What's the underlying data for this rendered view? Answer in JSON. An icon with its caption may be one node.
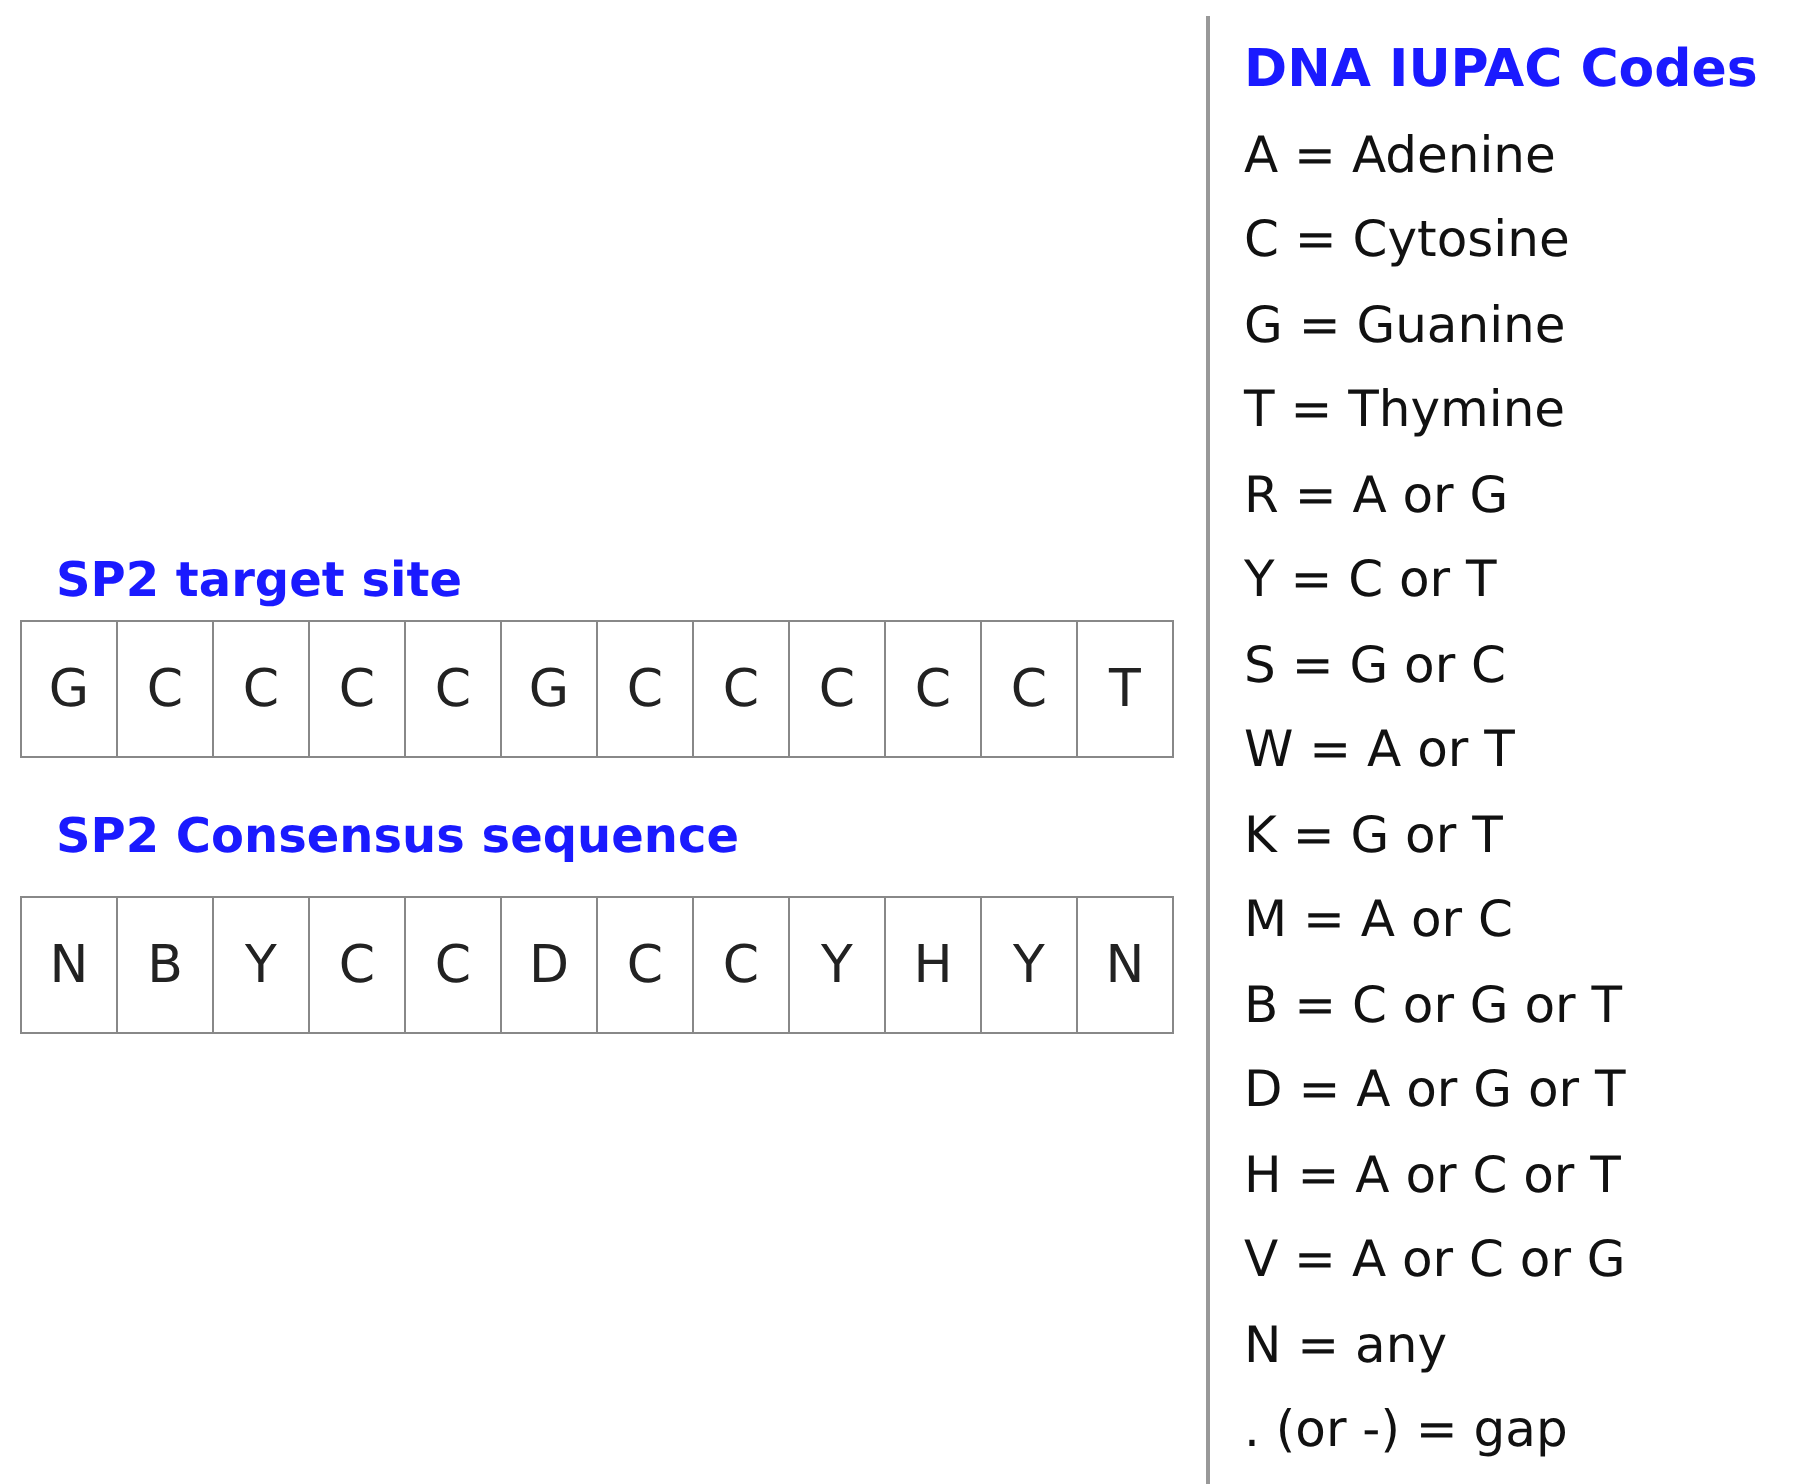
{
  "diagram": {
    "labels": [
      "SP2 target site",
      "G",
      "C",
      "C",
      "C",
      "C",
      "G",
      "C",
      "C",
      "C",
      "C",
      "C",
      "T",
      "SP2 Consensus sequence",
      "N",
      "B",
      "Y",
      "C",
      "C",
      "D",
      "C",
      "C",
      "Y",
      "H",
      "Y",
      "N",
      "DNA IUPAC Codes",
      "A = Adenine",
      "C = Cytosine",
      "G = Guanine",
      "T = Thymine",
      "R = A or G",
      "Y = C or T",
      "S = G or C",
      "W = A or T",
      "K = G or T",
      "M = A or C",
      "B = C or G or T",
      "D = A or G or T",
      "H = A or C or T",
      "V = A or C or G",
      "N = any",
      ". (or -) = gap"
    ]
  }
}
